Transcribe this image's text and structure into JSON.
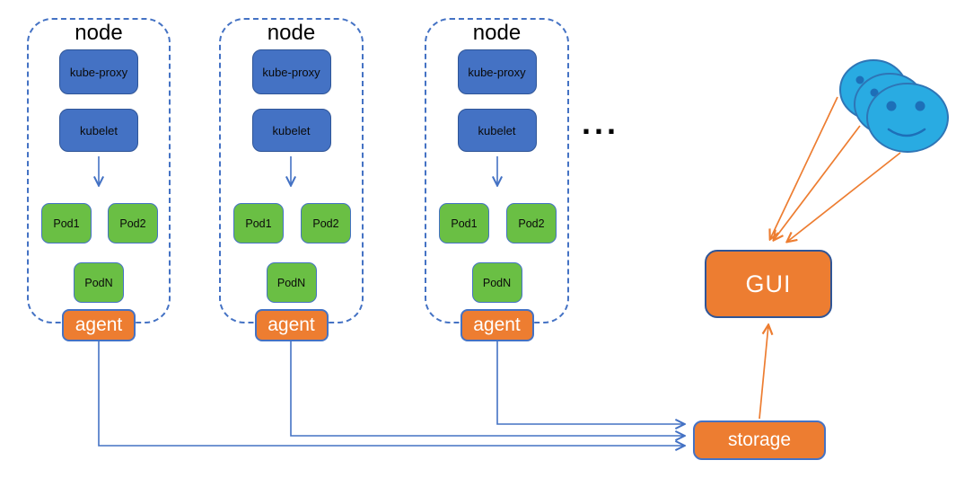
{
  "diagram_title": "kubernetes-nodes-agent-storage-gui-architecture",
  "nodes": [
    {
      "label": "node",
      "kube_proxy": "kube-proxy",
      "kubelet": "kubelet",
      "pods": [
        "Pod1",
        "Pod2",
        "PodN"
      ],
      "agent": "agent"
    },
    {
      "label": "node",
      "kube_proxy": "kube-proxy",
      "kubelet": "kubelet",
      "pods": [
        "Pod1",
        "Pod2",
        "PodN"
      ],
      "agent": "agent"
    },
    {
      "label": "node",
      "kube_proxy": "kube-proxy",
      "kubelet": "kubelet",
      "pods": [
        "Pod1",
        "Pod2",
        "PodN"
      ],
      "agent": "agent"
    }
  ],
  "ellipsis": "...",
  "gui": {
    "label": "GUI"
  },
  "storage": {
    "label": "storage"
  },
  "icons": {
    "users_icon": "stacked-smiley-faces"
  },
  "colors": {
    "node_dashed_border": "#4472C4",
    "component_fill": "#4472C4",
    "component_border": "#2F5597",
    "pod_fill": "#6ABF44",
    "pod_border": "#4472C4",
    "orange_fill": "#ED7D31",
    "gui_border": "#2F5597",
    "storage_border": "#4472C4",
    "blue_connector": "#4472C4",
    "orange_connector": "#ED7D31",
    "smiley_fill": "#29ABE2",
    "smiley_border": "#2E75B6",
    "text_dark": "#000000",
    "text_light": "#FFFFFF"
  }
}
